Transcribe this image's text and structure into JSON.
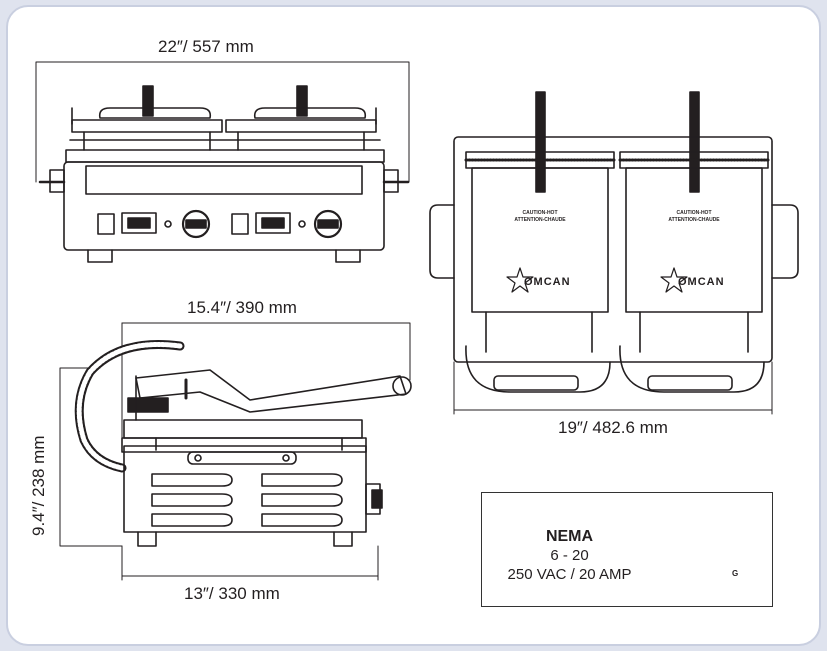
{
  "dimensions": {
    "front_width": "22″/ 557 mm",
    "side_depth": "15.4″/ 390 mm",
    "side_height": "9.4″/ 238 mm",
    "side_base": "13″/ 330 mm",
    "top_width": "19″/ 482.6 mm"
  },
  "top_view": {
    "caution_line1": "CAUTION-HOT",
    "caution_line2": "ATTENTION-CHAUDE",
    "brand": "OMCAN"
  },
  "nema": {
    "title": "NEMA",
    "type": "6 - 20",
    "rating": "250 VAC / 20 AMP",
    "ground_label": "G"
  },
  "colors": {
    "background": "#dfe3ee",
    "panel_border": "#c9cfe0",
    "line": "#231f20"
  }
}
